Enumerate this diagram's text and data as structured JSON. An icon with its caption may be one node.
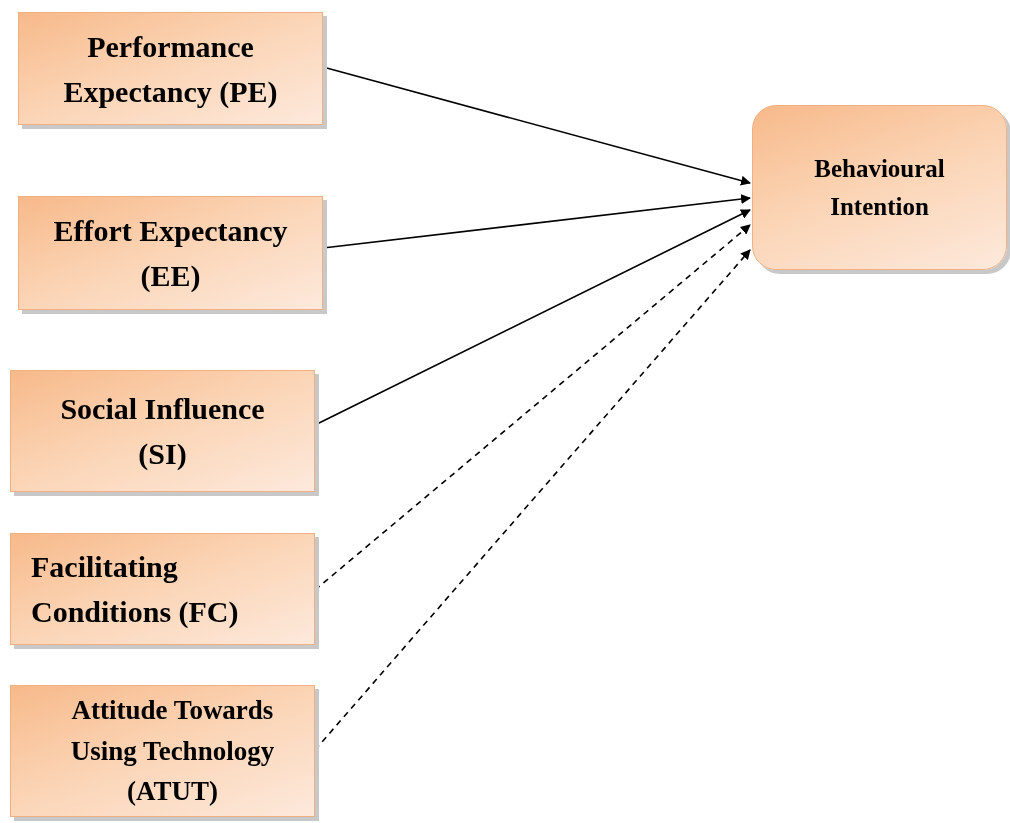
{
  "diagram": {
    "nodes": [
      {
        "text": [
          "Performance Expectancy (PE)"
        ]
      },
      {
        "text": [
          "Effort Expectancy (EE)"
        ]
      },
      {
        "text": [
          "Social Influence (SI)"
        ]
      },
      {
        "text": [
          "Facilitating Conditions (FC)"
        ]
      },
      {
        "text": [
          "Attitude Towards Using Technology (ATUT)"
        ]
      },
      {
        "text": [
          "Behavioural Intention"
        ]
      }
    ],
    "edges": [
      {
        "from": 0,
        "to": 5,
        "arrow": "to"
      },
      {
        "from": 1,
        "to": 5,
        "arrow": "to"
      },
      {
        "from": 2,
        "to": 5,
        "arrow": "to"
      },
      {
        "from": 3,
        "to": 5,
        "arrow": "to",
        "style": "dashed"
      },
      {
        "from": 4,
        "to": 5,
        "arrow": "to",
        "style": "dashed"
      }
    ]
  }
}
